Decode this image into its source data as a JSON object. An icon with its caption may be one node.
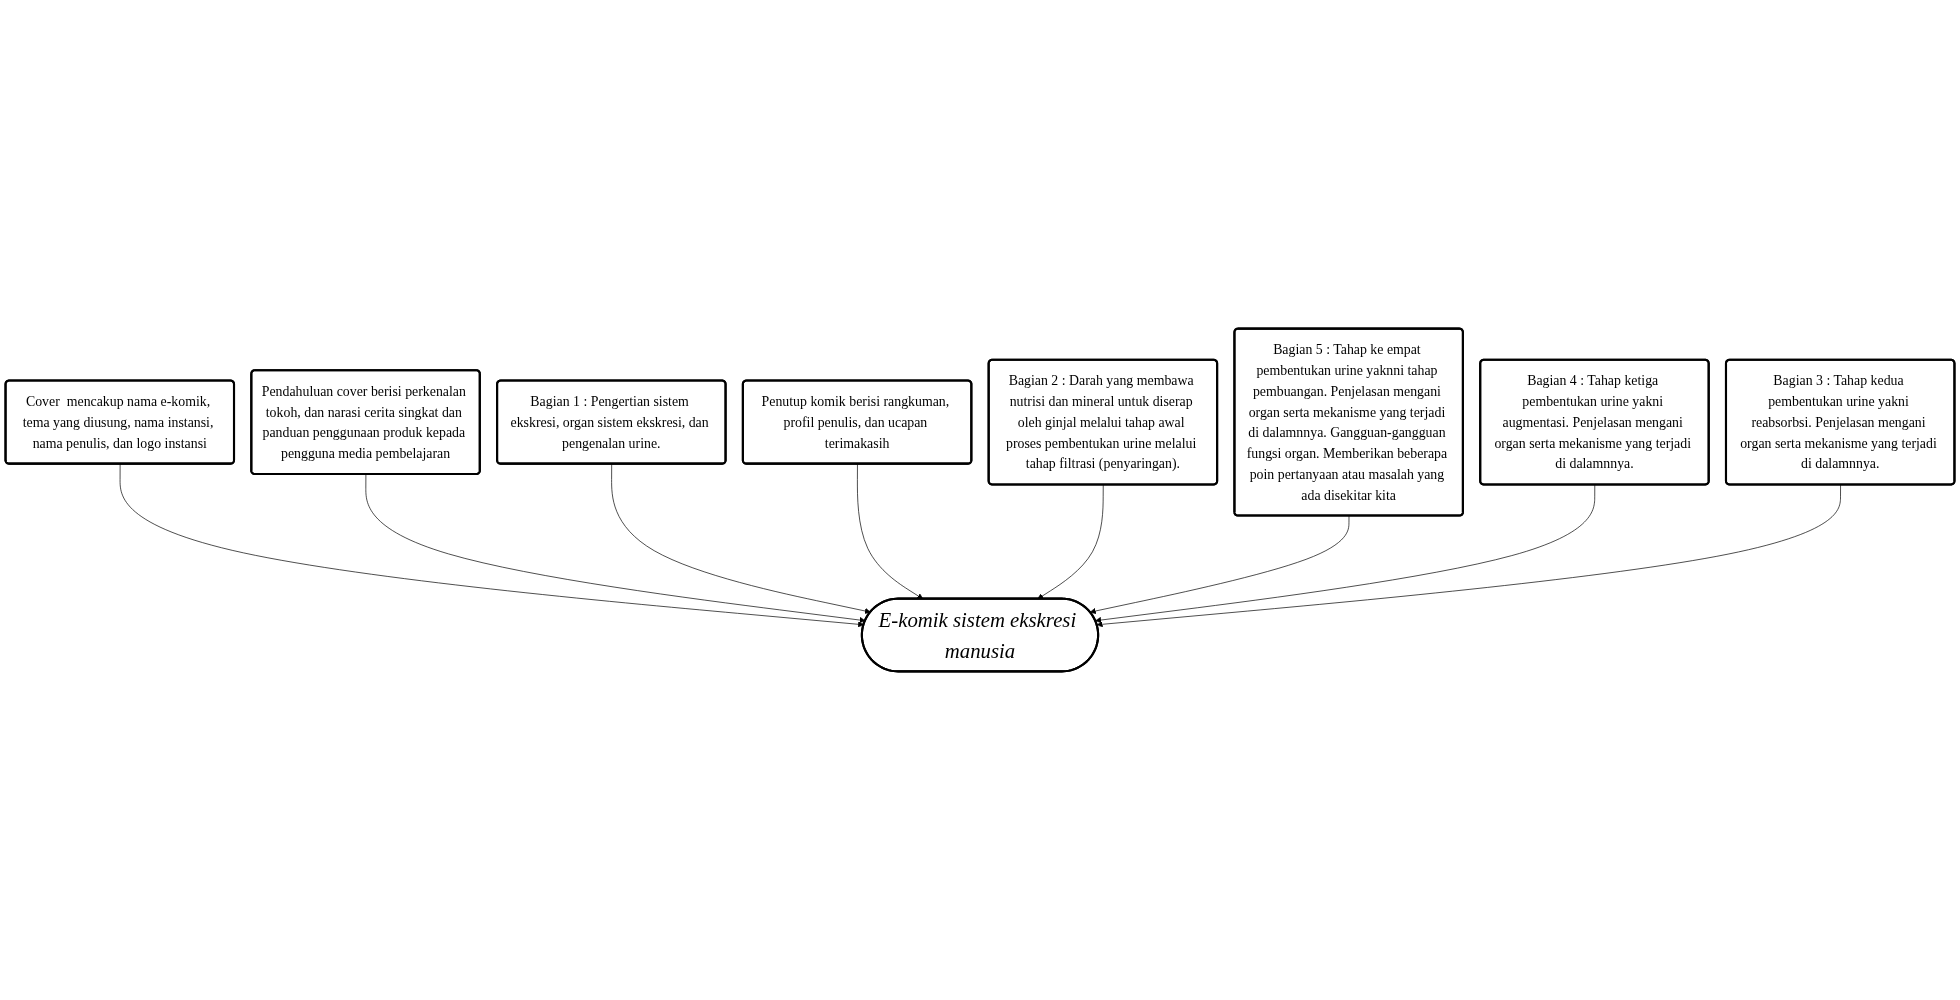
{
  "diagram": {
    "nodes": [
      {
        "text": [
          "Cover  mencakup nama e-komik, tema yang diusung, nama instansi, nama penulis, dan logo instansi"
        ]
      },
      {
        "text": [
          "Pendahuluan cover berisi perkenalan tokoh, dan narasi cerita singkat dan panduan penggunaan produk kepada pengguna media pembelajaran"
        ]
      },
      {
        "text": [
          "Bagian 1 : Pengertian sistem ekskresi, organ sistem ekskresi, dan pengenalan urine."
        ]
      },
      {
        "text": [
          "Penutup komik berisi rangkuman, profil penulis, dan ucapan terimakasih"
        ]
      },
      {
        "text": [
          "E-komik sistem ekskresi manusia"
        ]
      },
      {
        "text": [
          "Bagian 2 : Darah yang membawa nutrisi dan mineral untuk diserap oleh ginjal melalui tahap awal proses pembentukan urine melalui tahap filtrasi (penyaringan)."
        ]
      },
      {
        "text": [
          "Bagian 5 : Tahap ke empat pembentukan urine yaknni tahap pembuangan. Penjelasan mengani organ serta mekanisme yang terjadi di dalamnnya. Gangguan-gangguan fungsi organ. Memberikan beberapa poin pertanyaan atau masalah yang ada disekitar kita"
        ]
      },
      {
        "text": [
          "Bagian 4 : Tahap ketiga pembentukan urine yakni augmentasi. Penjelasan mengani organ serta mekanisme yang terjadi di dalamnnya."
        ]
      },
      {
        "text": [
          "Bagian 3 : Tahap kedua pembentukan urine yakni reabsorbsi. Penjelasan mengani organ serta mekanisme yang terjadi di dalamnnya."
        ]
      }
    ],
    "edges": [
      {
        "from": 0,
        "to": 4,
        "arrow": "to"
      },
      {
        "from": 1,
        "to": 4,
        "arrow": "to"
      },
      {
        "from": 2,
        "to": 4,
        "arrow": "to"
      },
      {
        "from": 3,
        "to": 4,
        "arrow": "to"
      },
      {
        "from": 5,
        "to": 4,
        "arrow": "to"
      },
      {
        "from": 6,
        "to": 4,
        "arrow": "to"
      },
      {
        "from": 7,
        "to": 4,
        "arrow": "to"
      },
      {
        "from": 8,
        "to": 4,
        "arrow": "to"
      }
    ]
  }
}
